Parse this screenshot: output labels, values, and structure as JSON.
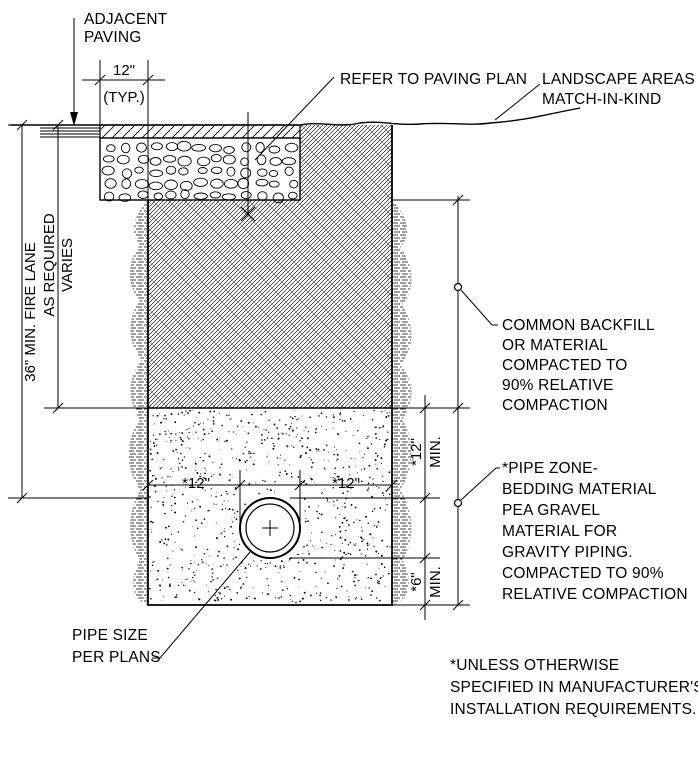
{
  "labels": {
    "adjacent_paving_1": "ADJACENT",
    "adjacent_paving_2": "PAVING",
    "refer_paving": "REFER TO PAVING PLAN",
    "landscape_1": "LANDSCAPE AREAS",
    "landscape_2": "MATCH-IN-KIND",
    "backfill": [
      "COMMON BACKFILL",
      "OR MATERIAL",
      "COMPACTED TO",
      "90% RELATIVE",
      "COMPACTION"
    ],
    "pipe_zone": [
      "*PIPE ZONE-",
      "BEDDING MATERIAL",
      "PEA GRAVEL",
      "MATERIAL FOR",
      "GRAVITY PIPING.",
      "COMPACTED TO 90%",
      "RELATIVE COMPACTION"
    ],
    "pipe_size": [
      "PIPE SIZE",
      "PER PLANS"
    ],
    "note": [
      "*UNLESS OTHERWISE",
      "SPECIFIED IN MANUFACTURER'S",
      "INSTALLATION REQUIREMENTS."
    ]
  },
  "dimensions": {
    "typ_12": "12\"",
    "typ": "(TYP.)",
    "fire_lane": "36\" MIN. FIRE LANE",
    "as_required": "AS REQUIRED",
    "varies": "VARIES",
    "side_left": "*12\"",
    "side_right": "*12\"",
    "above_pipe": "*12\"",
    "above_pipe_min": "MIN.",
    "below_pipe": "*6\"",
    "below_pipe_min": "MIN."
  }
}
